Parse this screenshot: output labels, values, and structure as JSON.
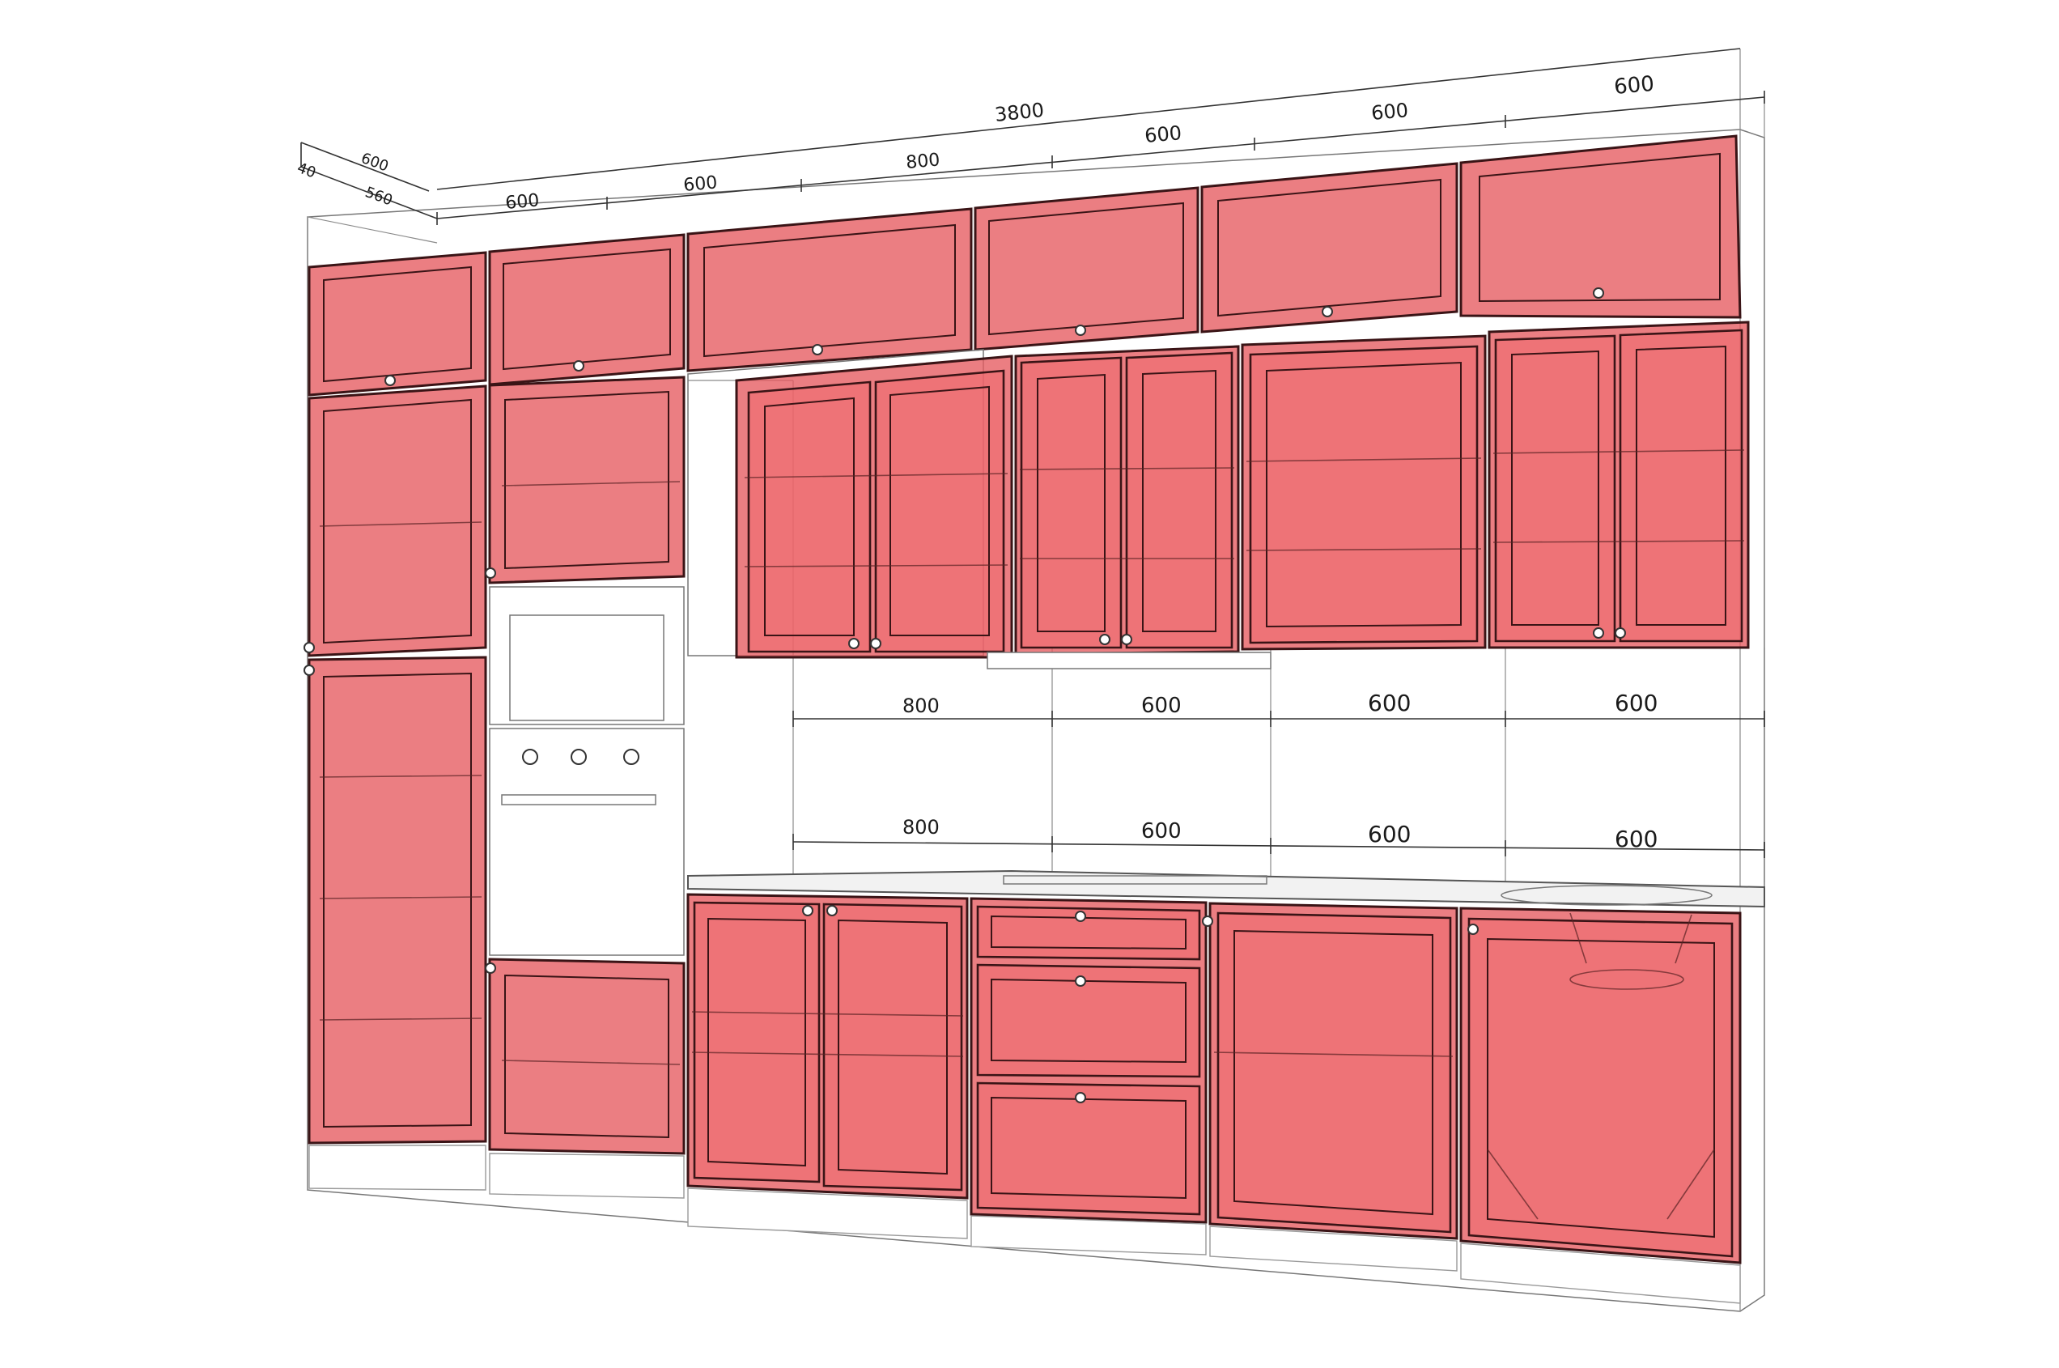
{
  "diagram": {
    "colors": {
      "cabinet": "#e55a5f",
      "outline": "#3a1416",
      "background": "#ffffff"
    },
    "dimensions": {
      "depth_total": "600",
      "worktop_overhang": "40",
      "carcass_depth": "560",
      "overall_width": "3800",
      "top_row": [
        "600",
        "600",
        "800",
        "600",
        "600",
        "600"
      ],
      "wall_row": [
        "800",
        "600",
        "600",
        "600"
      ],
      "base_row": [
        "800",
        "600",
        "600",
        "600"
      ]
    }
  }
}
